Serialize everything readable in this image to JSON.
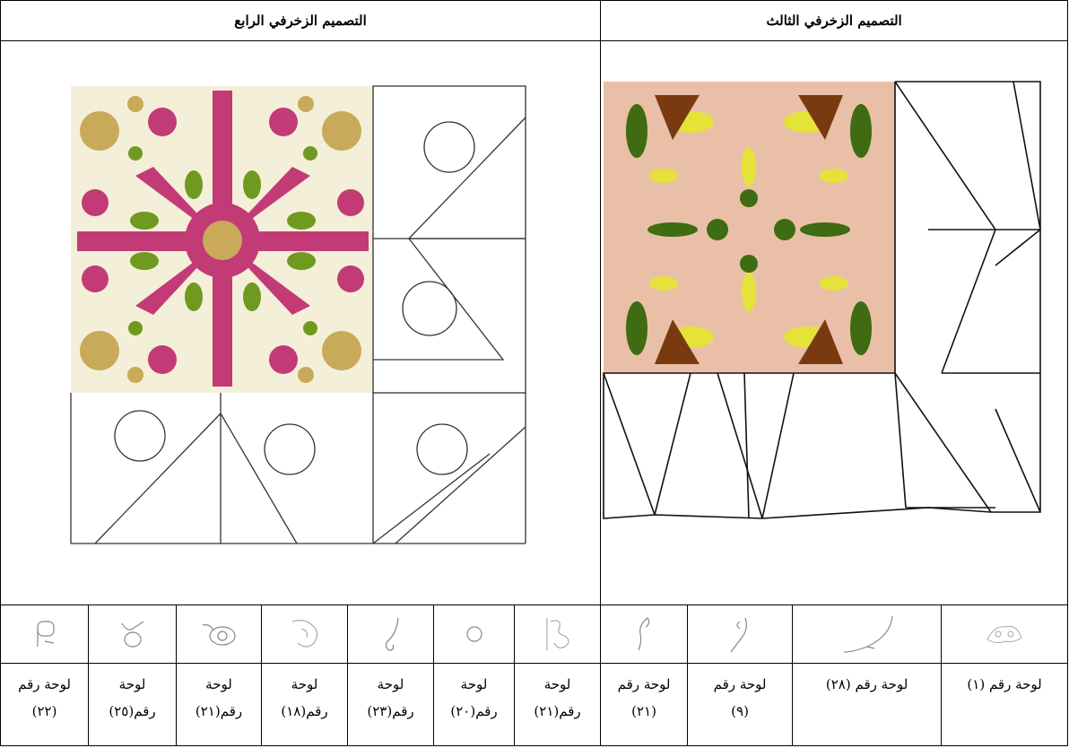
{
  "headers": {
    "fourth": "التصميم الزخرفي الرابع",
    "third": "التصميم الزخرفي الثالث"
  },
  "labels": [
    {
      "l1": "لوحة رقم",
      "l2": "(٢٢)"
    },
    {
      "l1": "لوحة",
      "l2": "رقم(٢٥)"
    },
    {
      "l1": "لوحة",
      "l2": "رقم(٢١)"
    },
    {
      "l1": "لوحة",
      "l2": "رقم(١٨)"
    },
    {
      "l1": "لوحة",
      "l2": "رقم(٢٣)"
    },
    {
      "l1": "لوحة",
      "l2": "رقم(٢٠)"
    },
    {
      "l1": "لوحة",
      "l2": "رقم(٢١)"
    },
    {
      "l1": "لوحة رقم",
      "l2": "(٢١)"
    },
    {
      "l1": "لوحة رقم",
      "l2": "(٩)"
    },
    {
      "l1": "لوحة رقم  (٢٨)",
      "l2": ""
    },
    {
      "l1": "لوحة رقم  (١)",
      "l2": ""
    }
  ],
  "colors": {
    "magenta": "#c23b77",
    "olive": "#6f9a1f",
    "gold": "#c9a95a",
    "cream": "#f4efd8",
    "peach": "#e9c0a7",
    "darkgreen": "#3f6b12",
    "yellow": "#e5e23a",
    "brown": "#7a3a10"
  }
}
